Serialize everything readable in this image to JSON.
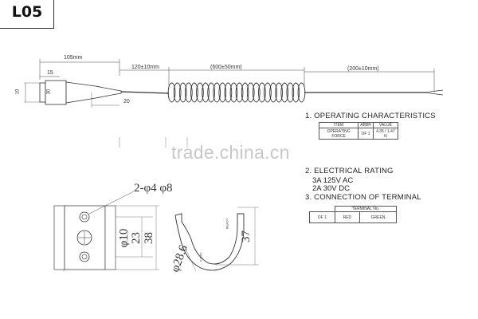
{
  "model": "L05",
  "cable": {
    "overall_length": "105mm",
    "lead_length": "120±10mm",
    "coil_length": "(600±50mm)",
    "straight_length": "(200±10mm)",
    "dim_15": "15",
    "dim_30": "30",
    "dim_19": "19",
    "dim_20": "20"
  },
  "watermark": "trade.china.cn",
  "sections": {
    "operating": {
      "title": "1. OPERATING CHARACTERISTICS",
      "headers": [
        "ITEM",
        "ABBR",
        "VALUE"
      ],
      "row": [
        "OPERATING FORCE",
        "OF 1",
        "4.35 / 1.47 N"
      ]
    },
    "electrical": {
      "title": "2. ELECTRICAL RATING",
      "lines": [
        "3A   125V AC",
        "2A   30V   DC"
      ]
    },
    "connection": {
      "title": "3. CONNECTION OF TERMINAL",
      "header": "TERMINAL No.",
      "row": [
        "OF 1",
        "RED",
        "GREEN"
      ]
    }
  },
  "bracket": {
    "hole_label": "2-φ4 φ8",
    "dim_phi10": "φ10",
    "dim_23": "23",
    "dim_38": "38",
    "dim_37": "37",
    "dim_phi28": "φ28.6",
    "mark_ready": "READY",
    "mark_xray": "X-RAY"
  }
}
